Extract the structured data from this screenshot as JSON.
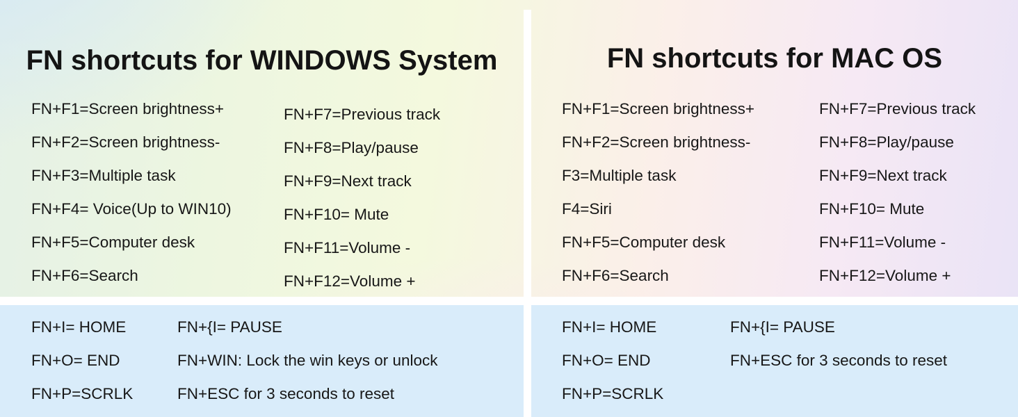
{
  "panels": {
    "windows": {
      "title": "FN shortcuts for WINDOWS System",
      "col1": [
        "FN+F1=Screen brightness+",
        "FN+F2=Screen brightness-",
        "FN+F3=Multiple task",
        "FN+F4= Voice(Up to WIN10)",
        "FN+F5=Computer desk",
        "FN+F6=Search"
      ],
      "col2": [
        "FN+F7=Previous track",
        "FN+F8=Play/pause",
        "FN+F9=Next track",
        "FN+F10= Mute",
        "FN+F11=Volume -",
        "FN+F12=Volume +"
      ],
      "extra_col1": [
        "FN+I= HOME",
        "FN+O= END",
        "FN+P=SCRLK"
      ],
      "extra_col2": [
        "FN+{I= PAUSE",
        "FN+WIN: Lock the win keys or unlock",
        "FN+ESC for 3 seconds to reset"
      ]
    },
    "mac": {
      "title": "FN shortcuts for MAC OS",
      "col1": [
        "FN+F1=Screen brightness+",
        "FN+F2=Screen brightness-",
        "F3=Multiple task",
        "F4=Siri",
        "FN+F5=Computer desk",
        "FN+F6=Search"
      ],
      "col2": [
        "FN+F7=Previous track",
        "FN+F8=Play/pause",
        "FN+F9=Next track",
        "FN+F10= Mute",
        "FN+F11=Volume -",
        "FN+F12=Volume +"
      ],
      "extra_col1": [
        "FN+I= HOME",
        "FN+O= END",
        "FN+P=SCRLK"
      ],
      "extra_col2": [
        "FN+{I= PAUSE",
        "FN+ESC for 3 seconds to reset"
      ]
    }
  },
  "colors": {
    "text": "#151515",
    "bottom_panel_bg": "#d9ecfa",
    "divider": "#ffffff",
    "gradient_stops": [
      "#dbe9f5",
      "#e7f3e2",
      "#f4f9de",
      "#fbefe9",
      "#f6e9f4",
      "#e9e3f6"
    ]
  }
}
